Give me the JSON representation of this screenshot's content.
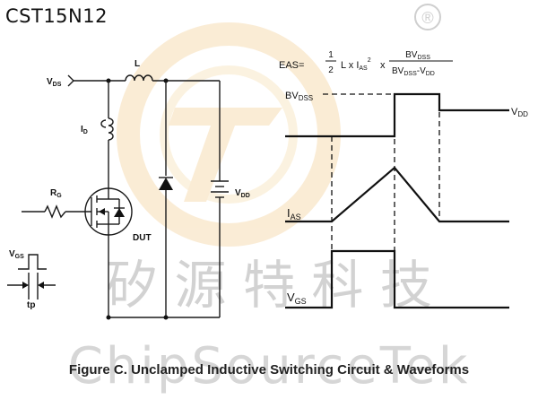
{
  "part_number": "CST15N12",
  "caption": "Figure C. Unclamped Inductive Switching Circuit & Waveforms",
  "watermark": {
    "chinese": "矽 源 特 科 技",
    "english": "ChipSourceTek",
    "registered_mark": "®"
  },
  "circuit": {
    "vds_label": "V",
    "vds_sub": "DS",
    "inductor_label": "L",
    "id_label": "I",
    "id_sub": "D",
    "rg_label": "R",
    "rg_sub": "G",
    "dut_label": "DUT",
    "vdd_label": "V",
    "vdd_sub": "DD",
    "vgs_label": "V",
    "vgs_sub": "GS",
    "tp_label": "tp"
  },
  "equation": {
    "lhs": "EAS=",
    "frac1_num": "1",
    "frac1_den": "2",
    "mid": "L x I",
    "mid_sub": "AS",
    "mid_sup": "2",
    "times": "x",
    "frac2_num": "BV",
    "frac2_num_sub": "DSS",
    "frac2_den_a": "BV",
    "frac2_den_a_sub": "DSS",
    "frac2_den_b": "-V",
    "frac2_den_b_sub": "DD"
  },
  "waveforms": {
    "bvdss_label": "BV",
    "bvdss_sub": "DSS",
    "vdd_label": "V",
    "vdd_sub": "DD",
    "ias_label": "I",
    "ias_sub": "AS",
    "vgs_label": "V",
    "vgs_sub": "GS"
  }
}
